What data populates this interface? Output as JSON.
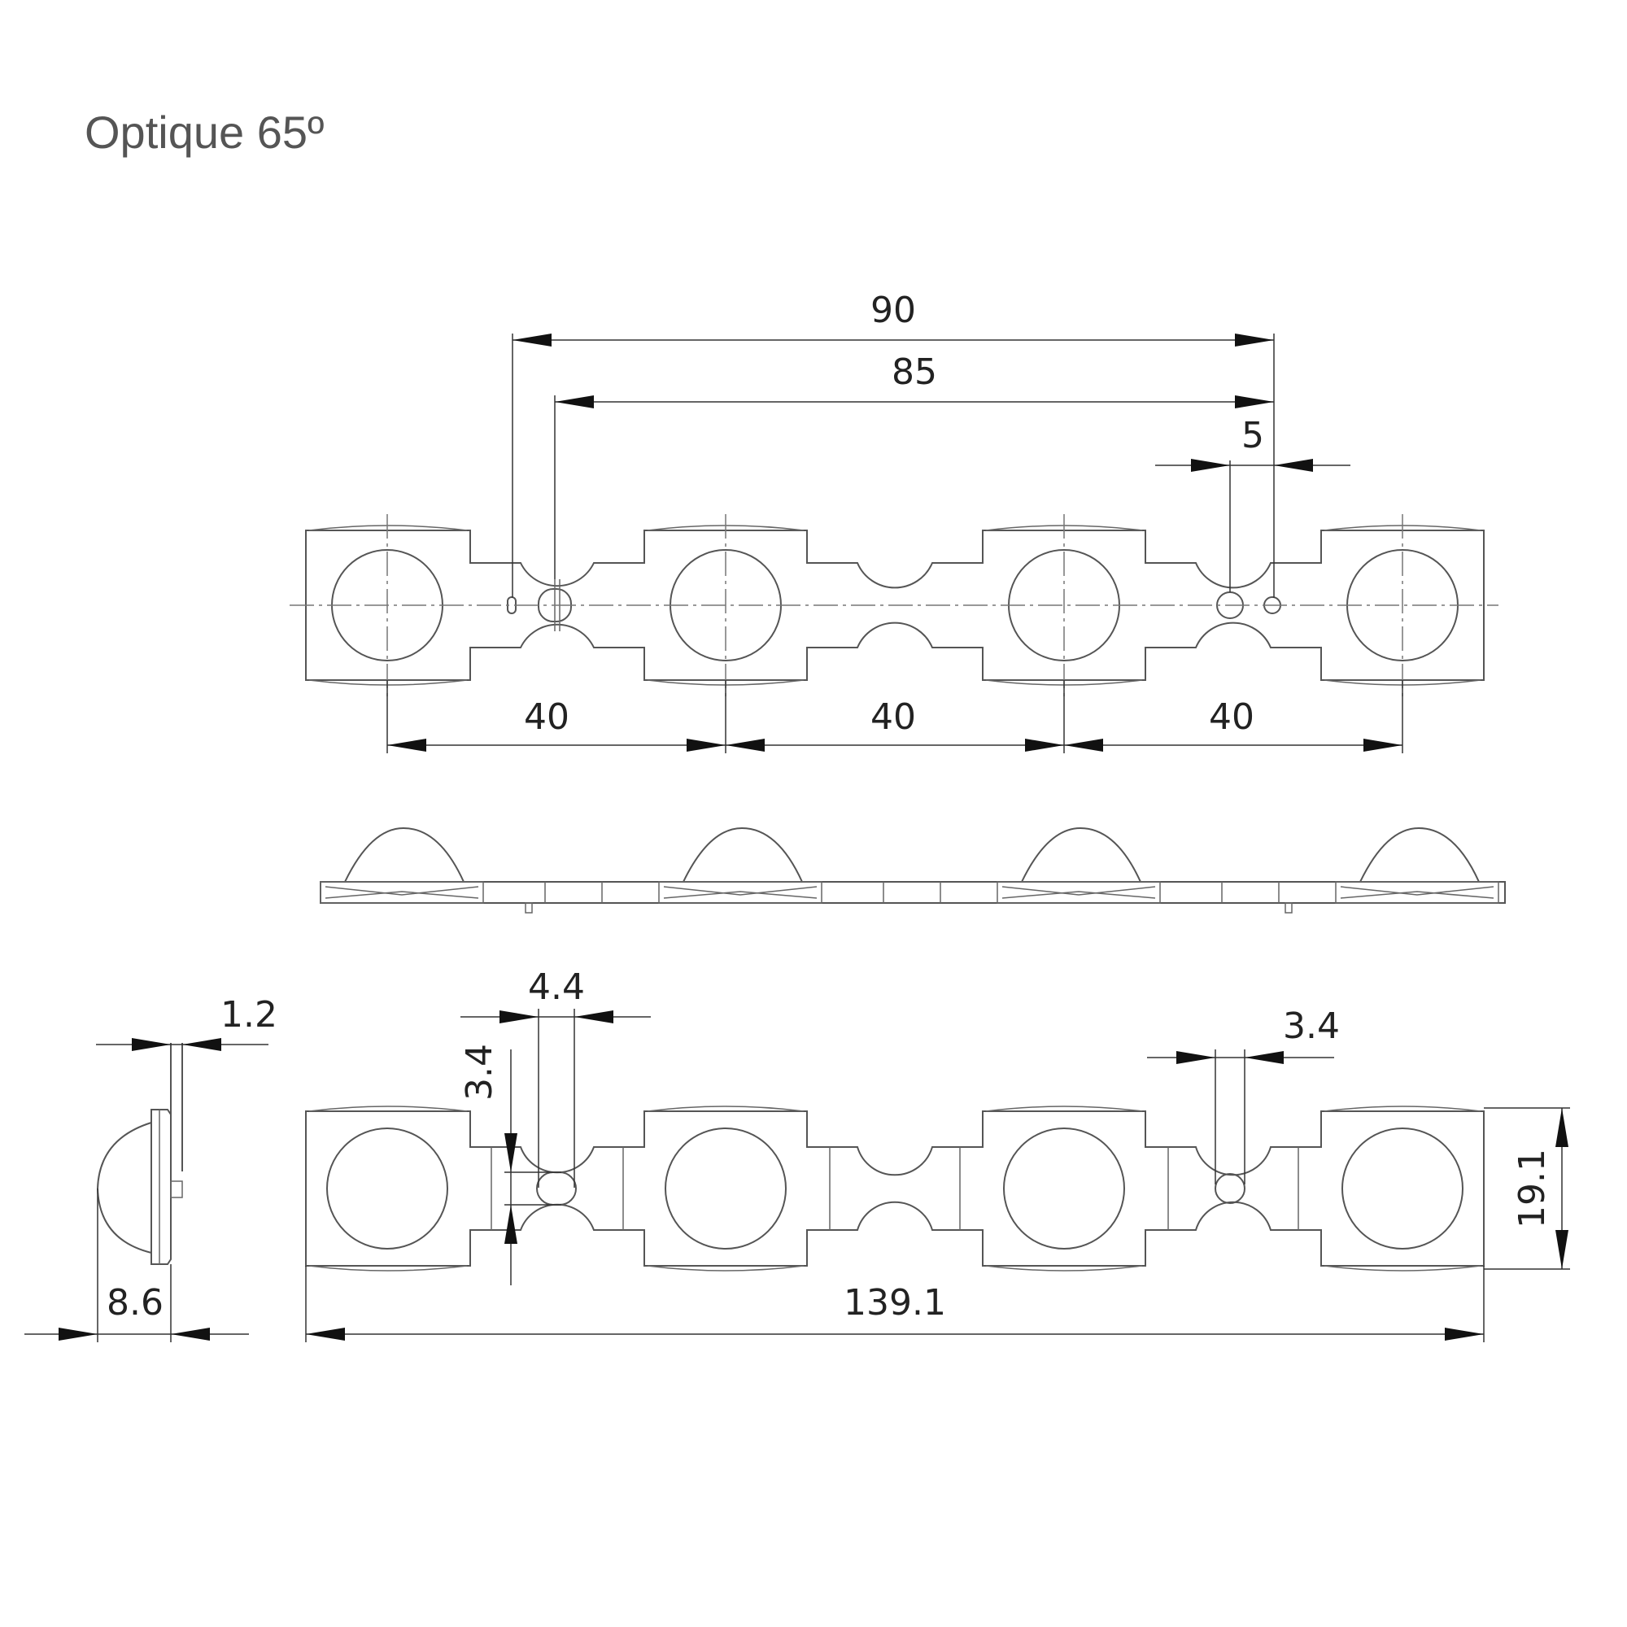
{
  "title": "Optique 65º",
  "dimensions": {
    "d90": "90",
    "d85": "85",
    "d5": "5",
    "d40a": "40",
    "d40b": "40",
    "d40c": "40",
    "d4_4": "4.4",
    "d3_4_vertical": "3.4",
    "d3_4_horizontal": "3.4",
    "d1_2": "1.2",
    "d8_6": "8.6",
    "d139_1": "139.1",
    "d19_1": "19.1"
  }
}
